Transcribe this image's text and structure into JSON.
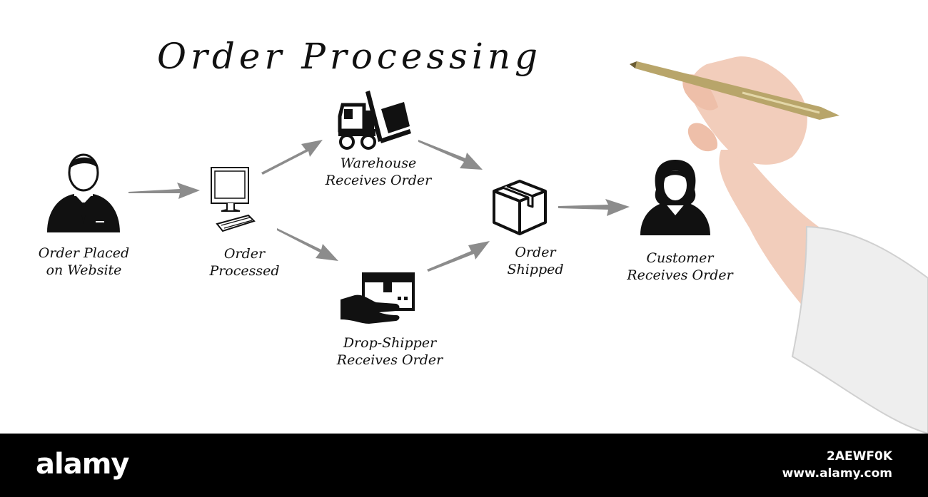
{
  "title": "Order Processing",
  "steps": [
    {
      "line1": "Order Placed",
      "line2": "on Website",
      "icon": "businessman-icon"
    },
    {
      "line1": "Order",
      "line2": "Processed",
      "icon": "computer-icon"
    },
    {
      "line1": "Warehouse",
      "line2": "Receives Order",
      "icon": "forklift-icon"
    },
    {
      "line1": "Drop-Shipper",
      "line2": "Receives Order",
      "icon": "hand-package-icon"
    },
    {
      "line1": "Order",
      "line2": "Shipped",
      "icon": "box-icon"
    },
    {
      "line1": "Customer",
      "line2": "Receives Order",
      "icon": "customer-woman-icon"
    }
  ],
  "colors": {
    "icon": "#111111",
    "arrow": "#8c8c8c",
    "footer": "#000000",
    "sleeve": "#eeeeee",
    "pen": "#b8a56a",
    "skin": "#f2cdbb"
  },
  "footer": {
    "brand": "alamy",
    "image_id": "2AEWF0K",
    "url": "www.alamy.com"
  }
}
